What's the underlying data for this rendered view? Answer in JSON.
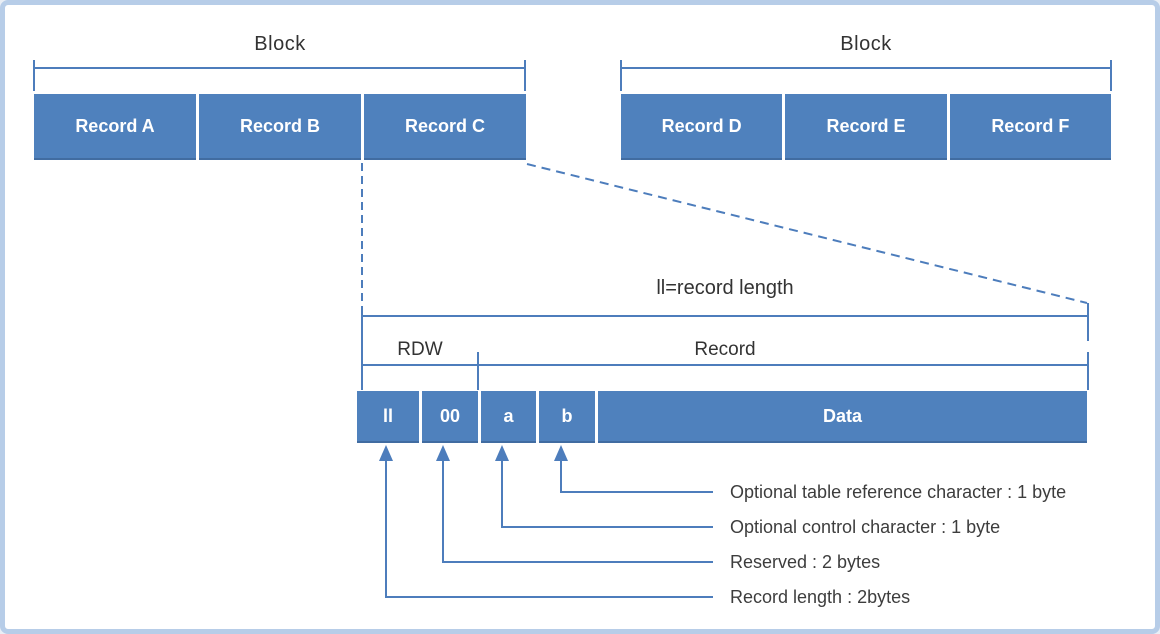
{
  "colors": {
    "box_blue": "#4f81bd",
    "line_blue": "#4d7dbc",
    "frame_border": "#b7cde8",
    "text_dark": "#3d3d3d",
    "box_text": "#ffffff"
  },
  "top_left_block": {
    "label": "Block",
    "records": [
      {
        "label": "Record A"
      },
      {
        "label": "Record B"
      },
      {
        "label": "Record C"
      }
    ]
  },
  "top_right_block": {
    "label": "Block",
    "records": [
      {
        "label": "Record D"
      },
      {
        "label": "Record E"
      },
      {
        "label": "Record F"
      }
    ]
  },
  "record_detail": {
    "length_label": "ll=record length",
    "rdw_label": "RDW",
    "record_label": "Record",
    "fields": [
      {
        "label": "ll"
      },
      {
        "label": "00"
      },
      {
        "label": "a"
      },
      {
        "label": "b"
      },
      {
        "label": "Data"
      }
    ],
    "annotations": [
      {
        "label": "Optional table reference character : 1 byte"
      },
      {
        "label": "Optional control character : 1 byte"
      },
      {
        "label": "Reserved : 2 bytes"
      },
      {
        "label": "Record length : 2bytes"
      }
    ]
  }
}
